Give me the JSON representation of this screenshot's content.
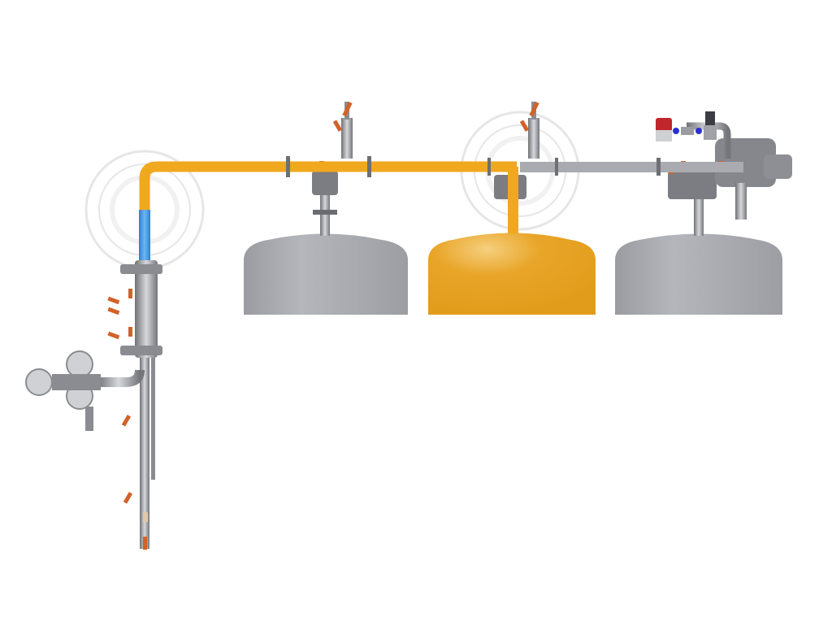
{
  "diagram": {
    "colors": {
      "active_flow": "#F0A81E",
      "inlet_flow": "#3A8FE0",
      "inactive_pipe": "#A9ABB0",
      "tank_idle": "#A7A9AE",
      "tank_active": "#E8A528",
      "valve_handle": "#D2622A",
      "actuator_red": "#C0262B",
      "fitting_blue": "#2A2FD0"
    },
    "tanks": [
      {
        "state": "idle"
      },
      {
        "state": "active"
      },
      {
        "state": "idle"
      }
    ],
    "icons": [
      "pulse-ring-icon",
      "valve-handle-icon",
      "pressure-regulator-icon",
      "solenoid-actuator-icon"
    ]
  }
}
